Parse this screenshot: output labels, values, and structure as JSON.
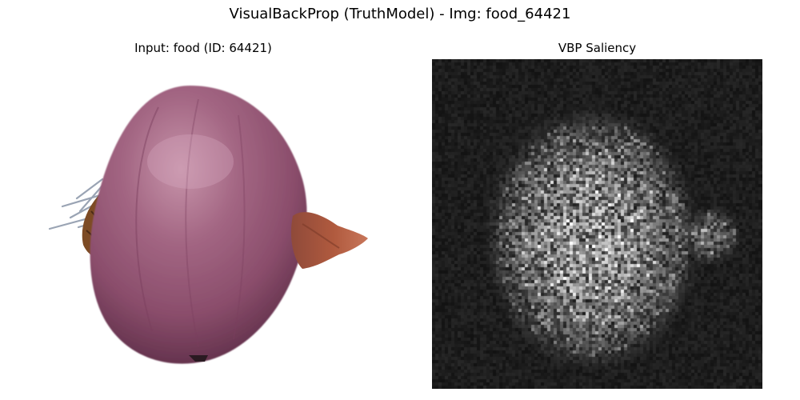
{
  "figure": {
    "suptitle": "VisualBackProp (TruthModel) - Img: food_64421"
  },
  "panels": [
    {
      "title": "Input: food (ID: 64421)",
      "content": "input-photo"
    },
    {
      "title": "VBP Saliency",
      "content": "saliency-map"
    }
  ],
  "colors": {
    "background": "#ffffff",
    "onion_skin": "#9a5876",
    "onion_highlight": "#c794aa",
    "onion_shadow": "#5b2c46",
    "root_tuft": "#7d4b24",
    "stem_tip": "#b05a3e",
    "saliency_background": "#000000",
    "saliency_signal": "#ffffff"
  }
}
